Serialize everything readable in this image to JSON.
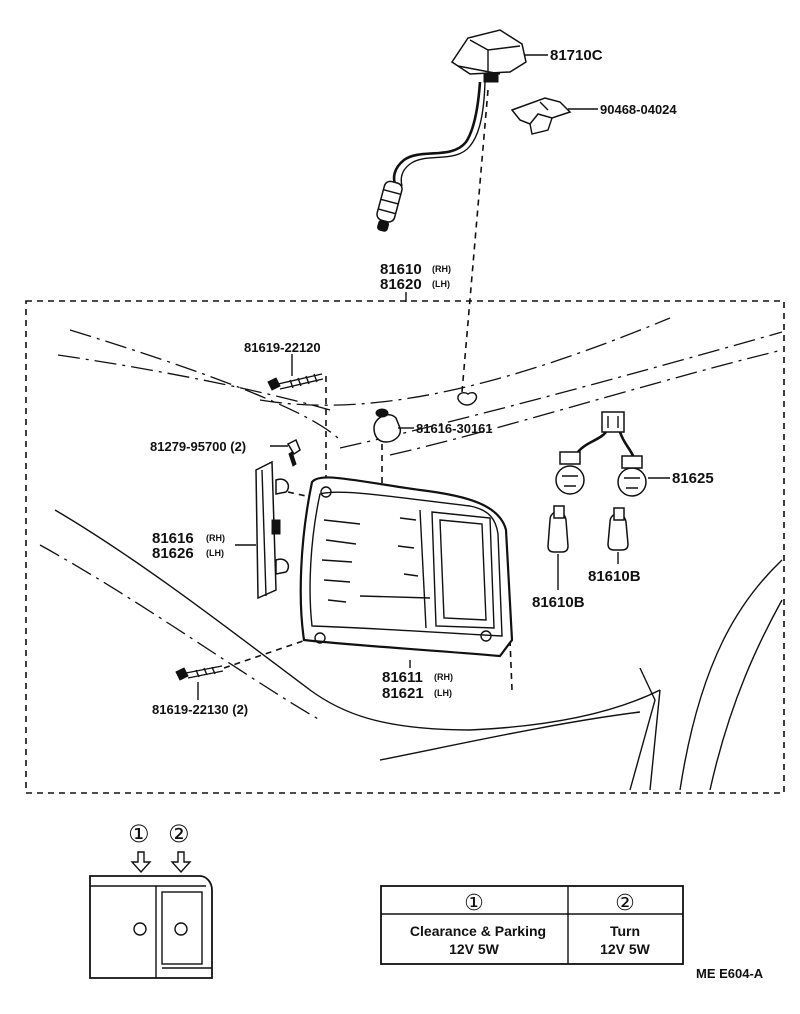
{
  "parts": {
    "p81710C": "81710C",
    "p90468": "90468-04024",
    "p81610_rh": "81610",
    "p81620_lh": "81620",
    "rh": "(RH)",
    "lh": "(LH)",
    "p81619_22120": "81619-22120",
    "p81616_30161": "81616-30161",
    "p81279": "81279-95700 (2)",
    "p81625": "81625",
    "p81616_rh": "81616",
    "p81626_lh": "81626",
    "p81610B_a": "81610B",
    "p81610B_b": "81610B",
    "p81611_rh": "81611",
    "p81621_lh": "81621",
    "p81619_22130": "81619-22130 (2)"
  },
  "legend": {
    "mark1": "①",
    "mark2": "②",
    "col1_header": "①",
    "col2_header": "②",
    "col1_line1": "Clearance & Parking",
    "col1_line2": "12V 5W",
    "col2_line1": "Turn",
    "col2_line2": "12V 5W"
  },
  "footer": {
    "code": "ME  E604-A"
  }
}
